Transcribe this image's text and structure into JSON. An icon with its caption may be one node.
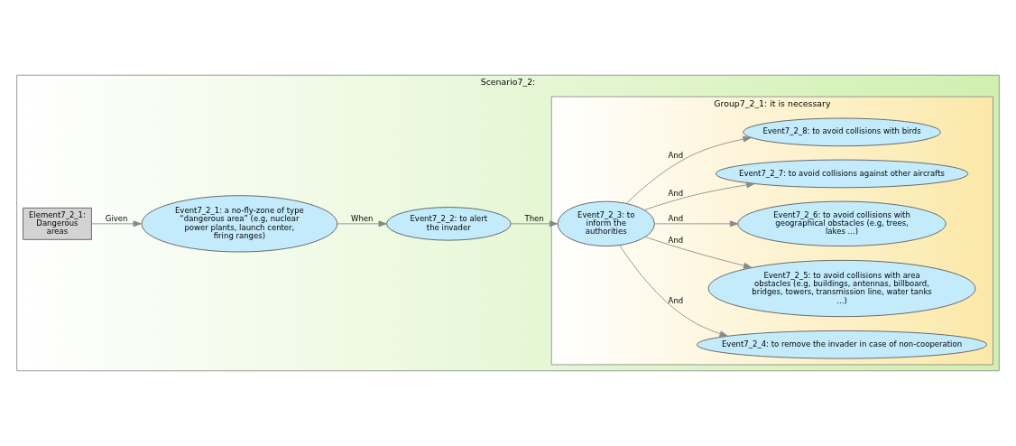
{
  "diagram": {
    "nodes": [
      {
        "text": [
          "Scenario7_2:"
        ]
      },
      {
        "text": [
          "Element7_2_1: Dangerous areas"
        ],
        "in": 0
      },
      {
        "text": [
          "Event7_2_1: a no-fly-zone of type “dangerous area” (e.g, nuclear power plants, launch center, firing ranges)"
        ],
        "in": 0
      },
      {
        "text": [
          "Event7_2_2: to alert the invader"
        ],
        "in": 0
      },
      {
        "text": [
          "Group7_2_1: it is necessary"
        ],
        "in": 0
      },
      {
        "text": [
          "Event7_2_3: to inform the authorities"
        ],
        "in": 4
      },
      {
        "text": [
          "Event7_2_4: to remove the invader in case of non-cooperation"
        ],
        "in": 4
      },
      {
        "text": [
          "Event7_2_5: to avoid collisions with area obstacles (e.g, buildings, antennas, billboard, bridges, towers, transmission line, water tanks ...)"
        ],
        "in": 4
      },
      {
        "text": [
          "Event7_2_6: to avoid collisions with geographical obstacles (e.g, trees, lakes ...)"
        ],
        "in": 4
      },
      {
        "text": [
          "Event7_2_7: to avoid collisions against other aircrafts"
        ],
        "in": 4
      },
      {
        "text": [
          "Event7_2_8: to avoid collisions with birds"
        ],
        "in": 4
      }
    ],
    "edges": [
      {
        "from": 1,
        "to": 2,
        "arrow": "to",
        "label": "Given"
      },
      {
        "from": 2,
        "to": 3,
        "arrow": "to",
        "label": "When"
      },
      {
        "from": 3,
        "to": 5,
        "arrow": "to",
        "label": "Then"
      },
      {
        "from": 5,
        "to": 6,
        "arrow": "to",
        "label": "And"
      },
      {
        "from": 5,
        "to": 7,
        "arrow": "to",
        "label": "And"
      },
      {
        "from": 5,
        "to": 8,
        "arrow": "to",
        "label": "And"
      },
      {
        "from": 5,
        "to": 9,
        "arrow": "to",
        "label": "And"
      },
      {
        "from": 5,
        "to": 10,
        "arrow": "to",
        "label": "And"
      }
    ]
  }
}
